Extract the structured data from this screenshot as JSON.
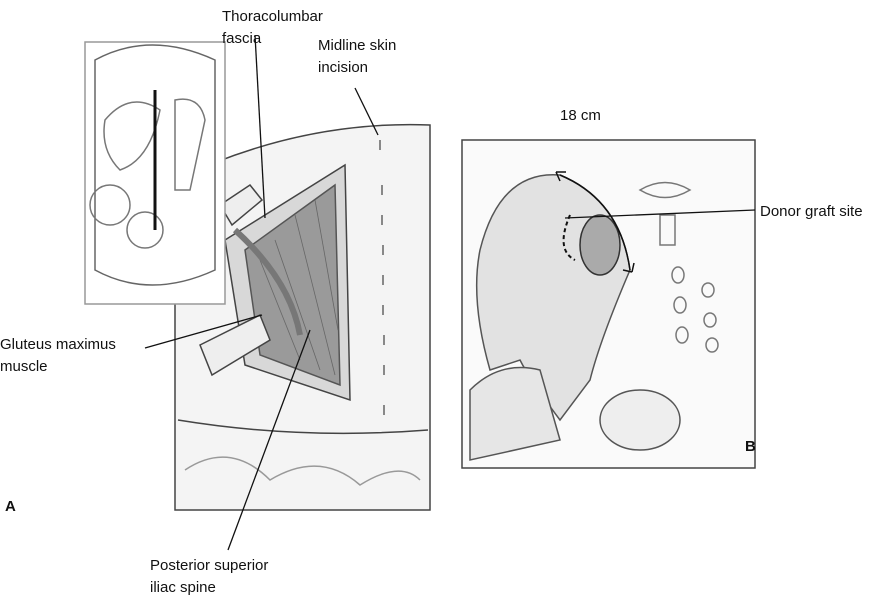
{
  "labels": {
    "thoracolumbar_1": "Thoracolumbar",
    "thoracolumbar_2": "fascia",
    "midline_1": "Midline skin",
    "midline_2": "incision",
    "length": "18 cm",
    "donor": "Donor graft site",
    "gluteus_1": "Gluteus maximus",
    "gluteus_2": "muscle",
    "psis_1": "Posterior superior",
    "psis_2": "iliac spine"
  },
  "panels": {
    "a": "A",
    "b": "B"
  },
  "colors": {
    "ink": "#222222",
    "shade": "#cccccc",
    "muscle": "#8a8a8a"
  }
}
